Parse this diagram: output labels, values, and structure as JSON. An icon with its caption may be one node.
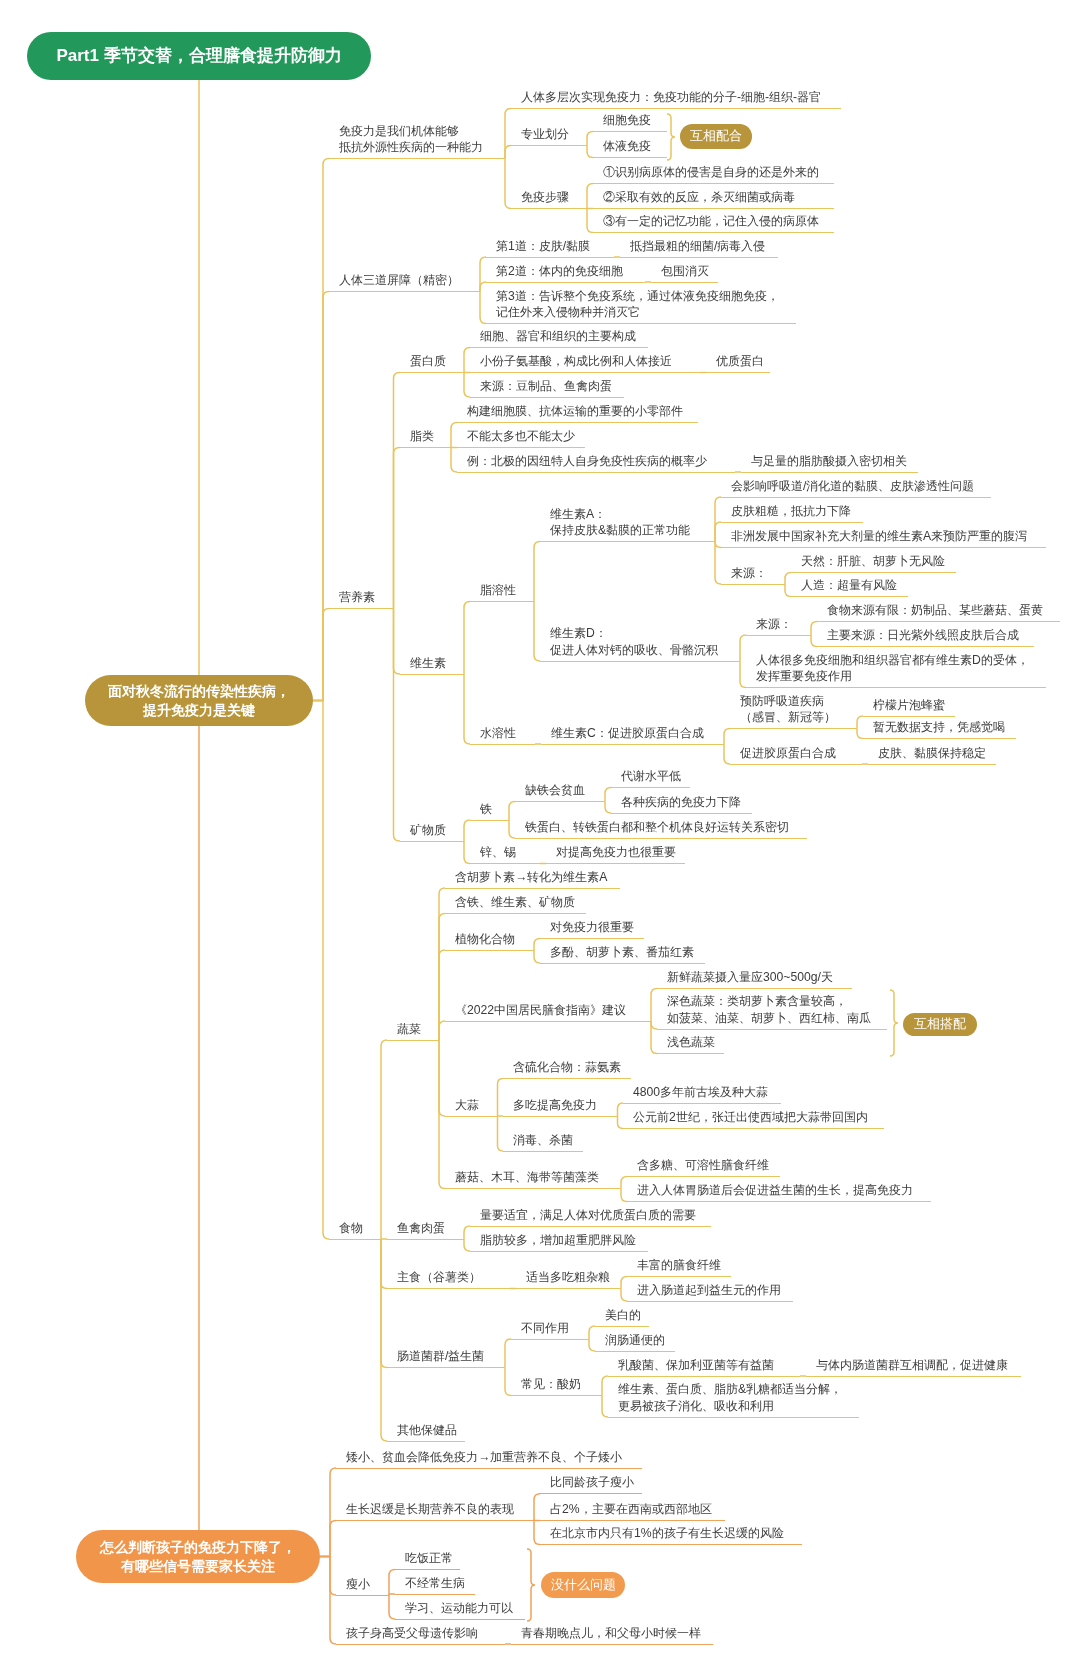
{
  "diagram": {
    "nodes": [
      {
        "text": [
          "Part1 季节交替，合理膳食提升防御力"
        ]
      },
      {
        "text": [
          "面对秋冬流行的传染性疾病，提升免疫力是关键"
        ]
      },
      {
        "text": [
          "免疫力是我们机体能够抵抗外源性疾病的一种能力"
        ]
      },
      {
        "text": [
          "人体多层次实现免疫力：免疫功能的分子-细胞-组织-器官"
        ]
      },
      {
        "text": [
          "专业划分"
        ]
      },
      {
        "text": [
          "细胞免疫"
        ]
      },
      {
        "text": [
          "体液免疫"
        ]
      },
      {
        "text": [
          "互相配合"
        ]
      },
      {
        "text": [
          "免疫步骤"
        ]
      },
      {
        "text": [
          "①识别病原体的侵害是自身的还是外来的"
        ]
      },
      {
        "text": [
          "②采取有效的反应，杀灭细菌或病毒"
        ]
      },
      {
        "text": [
          "③有一定的记忆功能，记住入侵的病原体"
        ]
      },
      {
        "text": [
          "人体三道屏障（精密）"
        ]
      },
      {
        "text": [
          "第1道：皮肤/黏膜"
        ]
      },
      {
        "text": [
          "抵挡最粗的细菌/病毒入侵"
        ]
      },
      {
        "text": [
          "第2道：体内的免疫细胞"
        ]
      },
      {
        "text": [
          "包围消灭"
        ]
      },
      {
        "text": [
          "第3道：告诉整个免疫系统，通过体液免疫细胞免疫，记住外来入侵物种并消灭它"
        ]
      },
      {
        "text": [
          "营养素"
        ]
      },
      {
        "text": [
          "蛋白质"
        ]
      },
      {
        "text": [
          "细胞、器官和组织的主要构成"
        ]
      },
      {
        "text": [
          "小份子氨基酸，构成比例和人体接近"
        ]
      },
      {
        "text": [
          "优质蛋白"
        ]
      },
      {
        "text": [
          "来源：豆制品、鱼禽肉蛋"
        ]
      },
      {
        "text": [
          "脂类"
        ]
      },
      {
        "text": [
          "构建细胞膜、抗体运输的重要的小零部件"
        ]
      },
      {
        "text": [
          "不能太多也不能太少"
        ]
      },
      {
        "text": [
          "例：北极的因纽特人自身免疫性疾病的概率少"
        ]
      },
      {
        "text": [
          "与足量的脂肪酸摄入密切相关"
        ]
      },
      {
        "text": [
          "维生素"
        ]
      },
      {
        "text": [
          "脂溶性"
        ]
      },
      {
        "text": [
          "维生素A：保持皮肤&黏膜的正常功能"
        ]
      },
      {
        "text": [
          "会影响呼吸道/消化道的黏膜、皮肤渗透性问题"
        ]
      },
      {
        "text": [
          "皮肤粗糙，抵抗力下降"
        ]
      },
      {
        "text": [
          "非洲发展中国家补充大剂量的维生素A来预防严重的腹泻"
        ]
      },
      {
        "text": [
          "来源："
        ]
      },
      {
        "text": [
          "天然：肝脏、胡萝卜无风险"
        ]
      },
      {
        "text": [
          "人造：超量有风险"
        ]
      },
      {
        "text": [
          "维生素D：促进人体对钙的吸收、骨骼沉积"
        ]
      },
      {
        "text": [
          "来源："
        ]
      },
      {
        "text": [
          "食物来源有限：奶制品、某些蘑菇、蛋黄"
        ]
      },
      {
        "text": [
          "主要来源：日光紫外线照皮肤后合成"
        ]
      },
      {
        "text": [
          "人体很多免疫细胞和组织器官都有维生素D的受体，发挥重要免疫作用"
        ]
      },
      {
        "text": [
          "水溶性"
        ]
      },
      {
        "text": [
          "维生素C：促进胶原蛋白合成"
        ]
      },
      {
        "text": [
          "预防呼吸道疾病（感冒、新冠等）"
        ]
      },
      {
        "text": [
          "柠檬片泡蜂蜜"
        ]
      },
      {
        "text": [
          "暂无数据支持，凭感觉喝"
        ]
      },
      {
        "text": [
          "促进胶原蛋白合成"
        ]
      },
      {
        "text": [
          "皮肤、黏膜保持稳定"
        ]
      },
      {
        "text": [
          "矿物质"
        ]
      },
      {
        "text": [
          "铁"
        ]
      },
      {
        "text": [
          "缺铁会贫血"
        ]
      },
      {
        "text": [
          "代谢水平低"
        ]
      },
      {
        "text": [
          "各种疾病的免疫力下降"
        ]
      },
      {
        "text": [
          "铁蛋白、转铁蛋白都和整个机体良好运转关系密切"
        ]
      },
      {
        "text": [
          "锌、锡"
        ]
      },
      {
        "text": [
          "对提高免疫力也很重要"
        ]
      },
      {
        "text": [
          "食物"
        ]
      },
      {
        "text": [
          "蔬菜"
        ]
      },
      {
        "text": [
          "含胡萝卜素→转化为维生素A"
        ]
      },
      {
        "text": [
          "含铁、维生素、矿物质"
        ]
      },
      {
        "text": [
          "植物化合物"
        ]
      },
      {
        "text": [
          "对免疫力很重要"
        ]
      },
      {
        "text": [
          "多酚、胡萝卜素、番茄红素"
        ]
      },
      {
        "text": [
          "《2022中国居民膳食指南》建议"
        ]
      },
      {
        "text": [
          "新鲜蔬菜摄入量应300~500g/天"
        ]
      },
      {
        "text": [
          "深色蔬菜：类胡萝卜素含量较高，如菠菜、油菜、胡萝卜、西红柿、南瓜"
        ]
      },
      {
        "text": [
          "浅色蔬菜"
        ]
      },
      {
        "text": [
          "互相搭配"
        ]
      },
      {
        "text": [
          "大蒜"
        ]
      },
      {
        "text": [
          "含硫化合物：蒜氨素"
        ]
      },
      {
        "text": [
          "多吃提高免疫力"
        ]
      },
      {
        "text": [
          "4800多年前古埃及种大蒜"
        ]
      },
      {
        "text": [
          "公元前2世纪，张迁出使西域把大蒜带回国内"
        ]
      },
      {
        "text": [
          "消毒、杀菌"
        ]
      },
      {
        "text": [
          "蘑菇、木耳、海带等菌藻类"
        ]
      },
      {
        "text": [
          "含多糖、可溶性膳食纤维"
        ]
      },
      {
        "text": [
          "进入人体胃肠道后会促进益生菌的生长，提高免疫力"
        ]
      },
      {
        "text": [
          "鱼禽肉蛋"
        ]
      },
      {
        "text": [
          "量要适宜，满足人体对优质蛋白质的需要"
        ]
      },
      {
        "text": [
          "脂肪较多，增加超重肥胖风险"
        ]
      },
      {
        "text": [
          "主食（谷薯类）"
        ]
      },
      {
        "text": [
          "适当多吃粗杂粮"
        ]
      },
      {
        "text": [
          "丰富的膳食纤维"
        ]
      },
      {
        "text": [
          "进入肠道起到益生元的作用"
        ]
      },
      {
        "text": [
          "肠道菌群/益生菌"
        ]
      },
      {
        "text": [
          "不同作用"
        ]
      },
      {
        "text": [
          "美白的"
        ]
      },
      {
        "text": [
          "润肠通便的"
        ]
      },
      {
        "text": [
          "常见：酸奶"
        ]
      },
      {
        "text": [
          "乳酸菌、保加利亚菌等有益菌"
        ]
      },
      {
        "text": [
          "与体内肠道菌群互相调配，促进健康"
        ]
      },
      {
        "text": [
          "维生素、蛋白质、脂肪&乳糖都适当分解，更易被孩子消化、吸收和利用"
        ]
      },
      {
        "text": [
          "其他保健品"
        ]
      },
      {
        "text": [
          "怎么判断孩子的免疫力下降了，有哪些信号需要家长关注"
        ]
      },
      {
        "text": [
          "矮小、贫血会降低免疫力→加重营养不良、个子矮小"
        ]
      },
      {
        "text": [
          "生长迟缓是长期营养不良的表现"
        ]
      },
      {
        "text": [
          "比同龄孩子瘦小"
        ]
      },
      {
        "text": [
          "占2%，主要在西南或西部地区"
        ]
      },
      {
        "text": [
          "在北京市内只有1%的孩子有生长迟缓的风险"
        ]
      },
      {
        "text": [
          "瘦小"
        ]
      },
      {
        "text": [
          "吃饭正常"
        ]
      },
      {
        "text": [
          "不经常生病"
        ]
      },
      {
        "text": [
          "学习、运动能力可以"
        ]
      },
      {
        "text": [
          "没什么问题"
        ]
      },
      {
        "text": [
          "孩子身高受父母遗传影响"
        ]
      },
      {
        "text": [
          "青春期晚点儿，和父母小时候一样"
        ]
      }
    ],
    "edges": [
      {
        "from": 0,
        "to": 1,
        "arrow": "none"
      },
      {
        "from": 1,
        "to": 95,
        "arrow": "none",
        "color": "#f0a35a"
      },
      {
        "from": 1,
        "to": 2,
        "arrow": "none"
      },
      {
        "from": 2,
        "to": 3,
        "arrow": "none"
      },
      {
        "from": 2,
        "to": 4,
        "arrow": "none"
      },
      {
        "from": 4,
        "to": 5,
        "arrow": "none"
      },
      {
        "from": 4,
        "to": 6,
        "arrow": "none"
      },
      {
        "from": 2,
        "to": 8,
        "arrow": "none"
      },
      {
        "from": 8,
        "to": 9,
        "arrow": "none"
      },
      {
        "from": 8,
        "to": 10,
        "arrow": "none"
      },
      {
        "from": 8,
        "to": 11,
        "arrow": "none"
      },
      {
        "from": 1,
        "to": 12,
        "arrow": "none"
      },
      {
        "from": 12,
        "to": 13,
        "arrow": "none"
      },
      {
        "from": 13,
        "to": 14,
        "arrow": "none"
      },
      {
        "from": 12,
        "to": 15,
        "arrow": "none"
      },
      {
        "from": 15,
        "to": 16,
        "arrow": "none"
      },
      {
        "from": 12,
        "to": 17,
        "arrow": "none"
      },
      {
        "from": 1,
        "to": 18,
        "arrow": "none"
      },
      {
        "from": 18,
        "to": 19,
        "arrow": "none"
      },
      {
        "from": 19,
        "to": 20,
        "arrow": "none"
      },
      {
        "from": 19,
        "to": 21,
        "arrow": "none"
      },
      {
        "from": 21,
        "to": 22,
        "arrow": "none"
      },
      {
        "from": 19,
        "to": 23,
        "arrow": "none"
      },
      {
        "from": 18,
        "to": 24,
        "arrow": "none"
      },
      {
        "from": 24,
        "to": 25,
        "arrow": "none"
      },
      {
        "from": 24,
        "to": 26,
        "arrow": "none"
      },
      {
        "from": 24,
        "to": 27,
        "arrow": "none"
      },
      {
        "from": 27,
        "to": 28,
        "arrow": "none"
      },
      {
        "from": 18,
        "to": 29,
        "arrow": "none"
      },
      {
        "from": 29,
        "to": 30,
        "arrow": "none"
      },
      {
        "from": 30,
        "to": 31,
        "arrow": "none"
      },
      {
        "from": 31,
        "to": 32,
        "arrow": "none"
      },
      {
        "from": 31,
        "to": 33,
        "arrow": "none"
      },
      {
        "from": 31,
        "to": 34,
        "arrow": "none"
      },
      {
        "from": 31,
        "to": 35,
        "arrow": "none"
      },
      {
        "from": 35,
        "to": 36,
        "arrow": "none"
      },
      {
        "from": 35,
        "to": 37,
        "arrow": "none"
      },
      {
        "from": 30,
        "to": 38,
        "arrow": "none"
      },
      {
        "from": 38,
        "to": 39,
        "arrow": "none"
      },
      {
        "from": 39,
        "to": 40,
        "arrow": "none"
      },
      {
        "from": 39,
        "to": 41,
        "arrow": "none"
      },
      {
        "from": 38,
        "to": 42,
        "arrow": "none"
      },
      {
        "from": 29,
        "to": 43,
        "arrow": "none"
      },
      {
        "from": 43,
        "to": 44,
        "arrow": "none"
      },
      {
        "from": 44,
        "to": 45,
        "arrow": "none"
      },
      {
        "from": 45,
        "to": 46,
        "arrow": "none"
      },
      {
        "from": 45,
        "to": 47,
        "arrow": "none"
      },
      {
        "from": 44,
        "to": 48,
        "arrow": "none"
      },
      {
        "from": 48,
        "to": 49,
        "arrow": "none"
      },
      {
        "from": 18,
        "to": 50,
        "arrow": "none"
      },
      {
        "from": 50,
        "to": 51,
        "arrow": "none"
      },
      {
        "from": 51,
        "to": 52,
        "arrow": "none"
      },
      {
        "from": 52,
        "to": 53,
        "arrow": "none"
      },
      {
        "from": 52,
        "to": 54,
        "arrow": "none"
      },
      {
        "from": 51,
        "to": 55,
        "arrow": "none"
      },
      {
        "from": 50,
        "to": 56,
        "arrow": "none"
      },
      {
        "from": 56,
        "to": 57,
        "arrow": "none"
      },
      {
        "from": 1,
        "to": 58,
        "arrow": "none"
      },
      {
        "from": 58,
        "to": 59,
        "arrow": "none"
      },
      {
        "from": 59,
        "to": 60,
        "arrow": "none"
      },
      {
        "from": 59,
        "to": 61,
        "arrow": "none"
      },
      {
        "from": 59,
        "to": 62,
        "arrow": "none"
      },
      {
        "from": 62,
        "to": 63,
        "arrow": "none"
      },
      {
        "from": 62,
        "to": 64,
        "arrow": "none"
      },
      {
        "from": 59,
        "to": 65,
        "arrow": "none"
      },
      {
        "from": 65,
        "to": 66,
        "arrow": "none"
      },
      {
        "from": 65,
        "to": 67,
        "arrow": "none"
      },
      {
        "from": 65,
        "to": 68,
        "arrow": "none"
      },
      {
        "from": 59,
        "to": 70,
        "arrow": "none"
      },
      {
        "from": 70,
        "to": 71,
        "arrow": "none"
      },
      {
        "from": 70,
        "to": 72,
        "arrow": "none"
      },
      {
        "from": 72,
        "to": 73,
        "arrow": "none"
      },
      {
        "from": 72,
        "to": 74,
        "arrow": "none"
      },
      {
        "from": 70,
        "to": 75,
        "arrow": "none"
      },
      {
        "from": 59,
        "to": 76,
        "arrow": "none"
      },
      {
        "from": 76,
        "to": 77,
        "arrow": "none"
      },
      {
        "from": 76,
        "to": 78,
        "arrow": "none"
      },
      {
        "from": 58,
        "to": 79,
        "arrow": "none"
      },
      {
        "from": 79,
        "to": 80,
        "arrow": "none"
      },
      {
        "from": 79,
        "to": 81,
        "arrow": "none"
      },
      {
        "from": 58,
        "to": 82,
        "arrow": "none"
      },
      {
        "from": 82,
        "to": 83,
        "arrow": "none"
      },
      {
        "from": 83,
        "to": 84,
        "arrow": "none"
      },
      {
        "from": 83,
        "to": 85,
        "arrow": "none"
      },
      {
        "from": 58,
        "to": 86,
        "arrow": "none"
      },
      {
        "from": 86,
        "to": 87,
        "arrow": "none"
      },
      {
        "from": 87,
        "to": 88,
        "arrow": "none"
      },
      {
        "from": 87,
        "to": 89,
        "arrow": "none"
      },
      {
        "from": 86,
        "to": 90,
        "arrow": "none"
      },
      {
        "from": 90,
        "to": 91,
        "arrow": "none"
      },
      {
        "from": 91,
        "to": 92,
        "arrow": "none"
      },
      {
        "from": 90,
        "to": 93,
        "arrow": "none"
      },
      {
        "from": 58,
        "to": 94,
        "arrow": "none"
      },
      {
        "from": 95,
        "to": 96,
        "arrow": "none",
        "color": "#f0a35a"
      },
      {
        "from": 95,
        "to": 97,
        "arrow": "none",
        "color": "#f0a35a"
      },
      {
        "from": 97,
        "to": 98,
        "arrow": "none",
        "color": "#f0a35a"
      },
      {
        "from": 97,
        "to": 99,
        "arrow": "none",
        "color": "#f0a35a"
      },
      {
        "from": 97,
        "to": 100,
        "arrow": "none",
        "color": "#f0a35a"
      },
      {
        "from": 95,
        "to": 101,
        "arrow": "none",
        "color": "#f0a35a"
      },
      {
        "from": 101,
        "to": 102,
        "arrow": "none",
        "color": "#f0a35a"
      },
      {
        "from": 101,
        "to": 103,
        "arrow": "none",
        "color": "#f0a35a"
      },
      {
        "from": 101,
        "to": 104,
        "arrow": "none",
        "color": "#f0a35a"
      },
      {
        "from": 95,
        "to": 106,
        "arrow": "none",
        "color": "#f0a35a"
      },
      {
        "from": 106,
        "to": 107,
        "arrow": "none",
        "color": "#f0a35a"
      }
    ]
  }
}
